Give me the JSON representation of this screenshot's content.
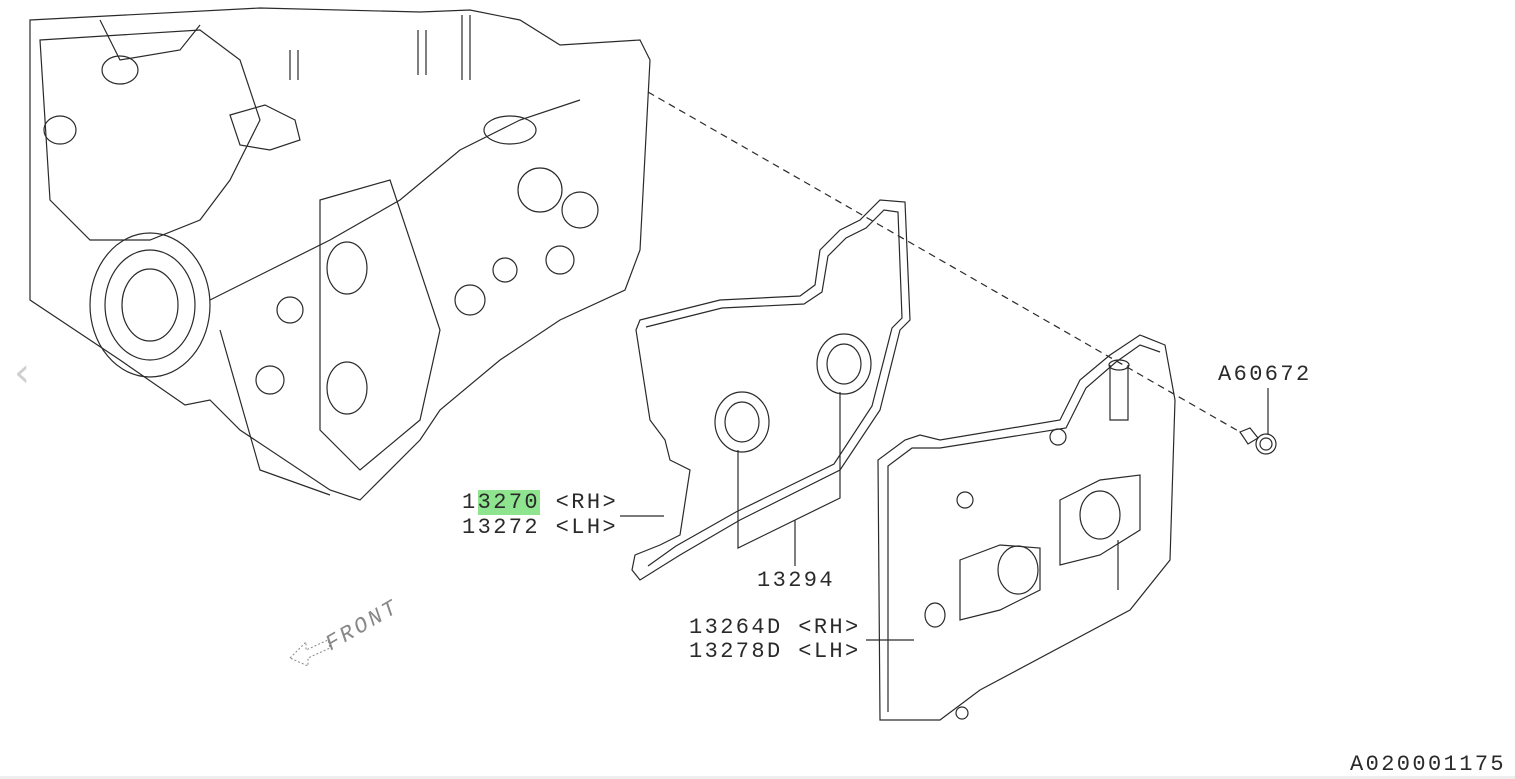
{
  "diagram_id": "A020001175",
  "nav": {
    "prev_icon": "chevron-left-icon"
  },
  "front_marker": "FRONT",
  "callouts": {
    "gasket_rh_prefix": "1",
    "gasket_rh_highlight": "3270",
    "gasket_rh_suffix": " <RH>",
    "gasket_lh": "13272 <LH>",
    "plug_seal": "13294",
    "cover_rh": "13264D <RH>",
    "cover_lh": "13278D <LH>",
    "bolt": "A60672"
  },
  "colors": {
    "highlight": "#8fe58f",
    "line": "#2a2a2a"
  }
}
